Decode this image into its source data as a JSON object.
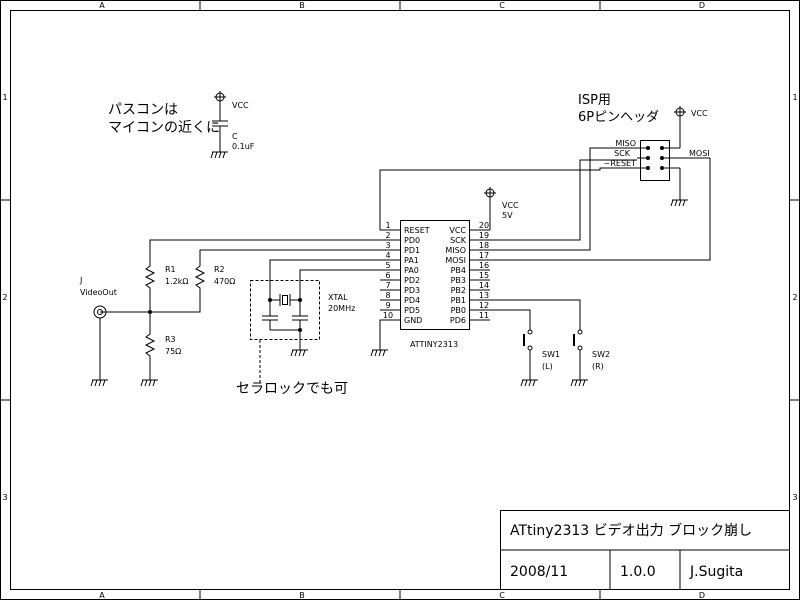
{
  "border": {
    "cols": [
      "A",
      "B",
      "C",
      "D"
    ],
    "rows": [
      "1",
      "2",
      "3"
    ]
  },
  "notes": {
    "bypass_line1": "パスコンは",
    "bypass_line2": "マイコンの近くに",
    "isp_line1": "ISP用",
    "isp_line2": "6Pピンヘッダ",
    "ceramic": "セラロックでも可"
  },
  "power": {
    "vcc": "VCC",
    "vcc_5v_value": "5V"
  },
  "cap": {
    "ref": "C",
    "value": "0.1uF"
  },
  "isp_header": {
    "miso": "MISO",
    "sck": "SCK",
    "reset": "~RESET",
    "mosi": "MOSI"
  },
  "chip": {
    "name": "ATTINY2313",
    "left_pins": [
      {
        "num": "1",
        "name": "RESET"
      },
      {
        "num": "2",
        "name": "PD0"
      },
      {
        "num": "3",
        "name": "PD1"
      },
      {
        "num": "4",
        "name": "PA1"
      },
      {
        "num": "5",
        "name": "PA0"
      },
      {
        "num": "6",
        "name": "PD2"
      },
      {
        "num": "7",
        "name": "PD3"
      },
      {
        "num": "8",
        "name": "PD4"
      },
      {
        "num": "9",
        "name": "PD5"
      },
      {
        "num": "10",
        "name": "GND"
      }
    ],
    "right_pins": [
      {
        "num": "20",
        "name": "VCC"
      },
      {
        "num": "19",
        "name": "SCK"
      },
      {
        "num": "18",
        "name": "MISO"
      },
      {
        "num": "17",
        "name": "MOSI"
      },
      {
        "num": "16",
        "name": "PB4"
      },
      {
        "num": "15",
        "name": "PB3"
      },
      {
        "num": "14",
        "name": "PB2"
      },
      {
        "num": "13",
        "name": "PB1"
      },
      {
        "num": "12",
        "name": "PB0"
      },
      {
        "num": "11",
        "name": "PD6"
      }
    ]
  },
  "r1": {
    "ref": "R1",
    "value": "1.2kΩ"
  },
  "r2": {
    "ref": "R2",
    "value": "470Ω"
  },
  "r3": {
    "ref": "R3",
    "value": "75Ω"
  },
  "jack": {
    "ref": "J",
    "label": "VideoOut"
  },
  "xtal": {
    "ref": "XTAL",
    "value": "20MHz"
  },
  "sw1": {
    "ref": "SW1",
    "label": "(L)"
  },
  "sw2": {
    "ref": "SW2",
    "label": "(R)"
  },
  "title_block": {
    "title": "ATtiny2313 ビデオ出力 ブロック崩し",
    "date": "2008/11",
    "version": "1.0.0",
    "author": "J.Sugita"
  }
}
